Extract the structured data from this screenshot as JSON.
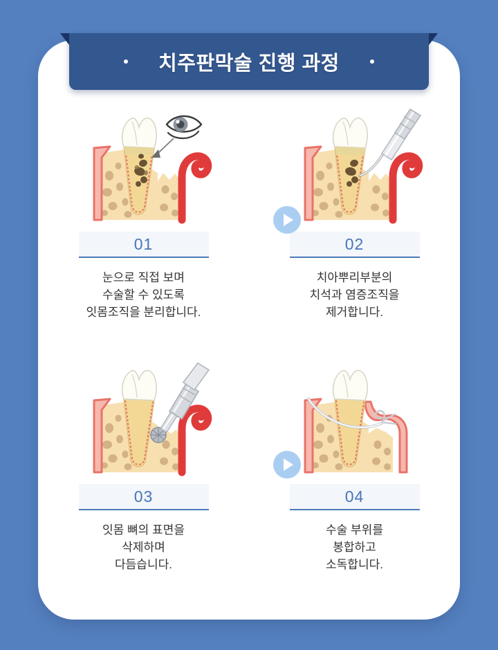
{
  "page": {
    "background_color": "#5580c0",
    "card_color": "#ffffff"
  },
  "banner": {
    "title": "치주판막술 진행 과정",
    "background_color": "#33578f",
    "fold_color": "#1b3567",
    "text_color": "#ffffff",
    "left_dot": "dot-decoration",
    "right_dot": "dot-decoration"
  },
  "theme": {
    "accent_blue": "#4876b8",
    "badge_bg": "#f3f6fa",
    "badge_underline": "#4a7ab8",
    "play_circle": "#a9cef2",
    "caption_color": "#333333",
    "gum_outline": "#e8736a",
    "gum_fill": "#f6b8ad",
    "bone_fill": "#f7dfb0",
    "bone_speckle": "#c9a878",
    "root_fill": "#f2d894",
    "crown_fill": "#fdfdf6",
    "tartar_color": "#6b5233",
    "tool_metal": "#d8dade"
  },
  "steps": [
    {
      "number": "01",
      "caption": "눈으로 직접 보며\n수술할 수 있도록\n잇몸조직을 분리합니다.",
      "illustration": "tooth-with-eye-inspection"
    },
    {
      "number": "02",
      "caption": "치아뿌리부분의\n치석과 염증조직을\n제거합니다.",
      "illustration": "tooth-with-scaler-tool"
    },
    {
      "number": "03",
      "caption": "잇몸 뼈의 표면을\n삭제하며\n다듬습니다.",
      "illustration": "tooth-with-bone-bur"
    },
    {
      "number": "04",
      "caption": "수술 부위를\n봉합하고\n소독합니다.",
      "illustration": "tooth-with-suture"
    }
  ],
  "connectors": [
    {
      "label": "play-arrow-step1-to-step2"
    },
    {
      "label": "play-arrow-step3-to-step4"
    }
  ]
}
